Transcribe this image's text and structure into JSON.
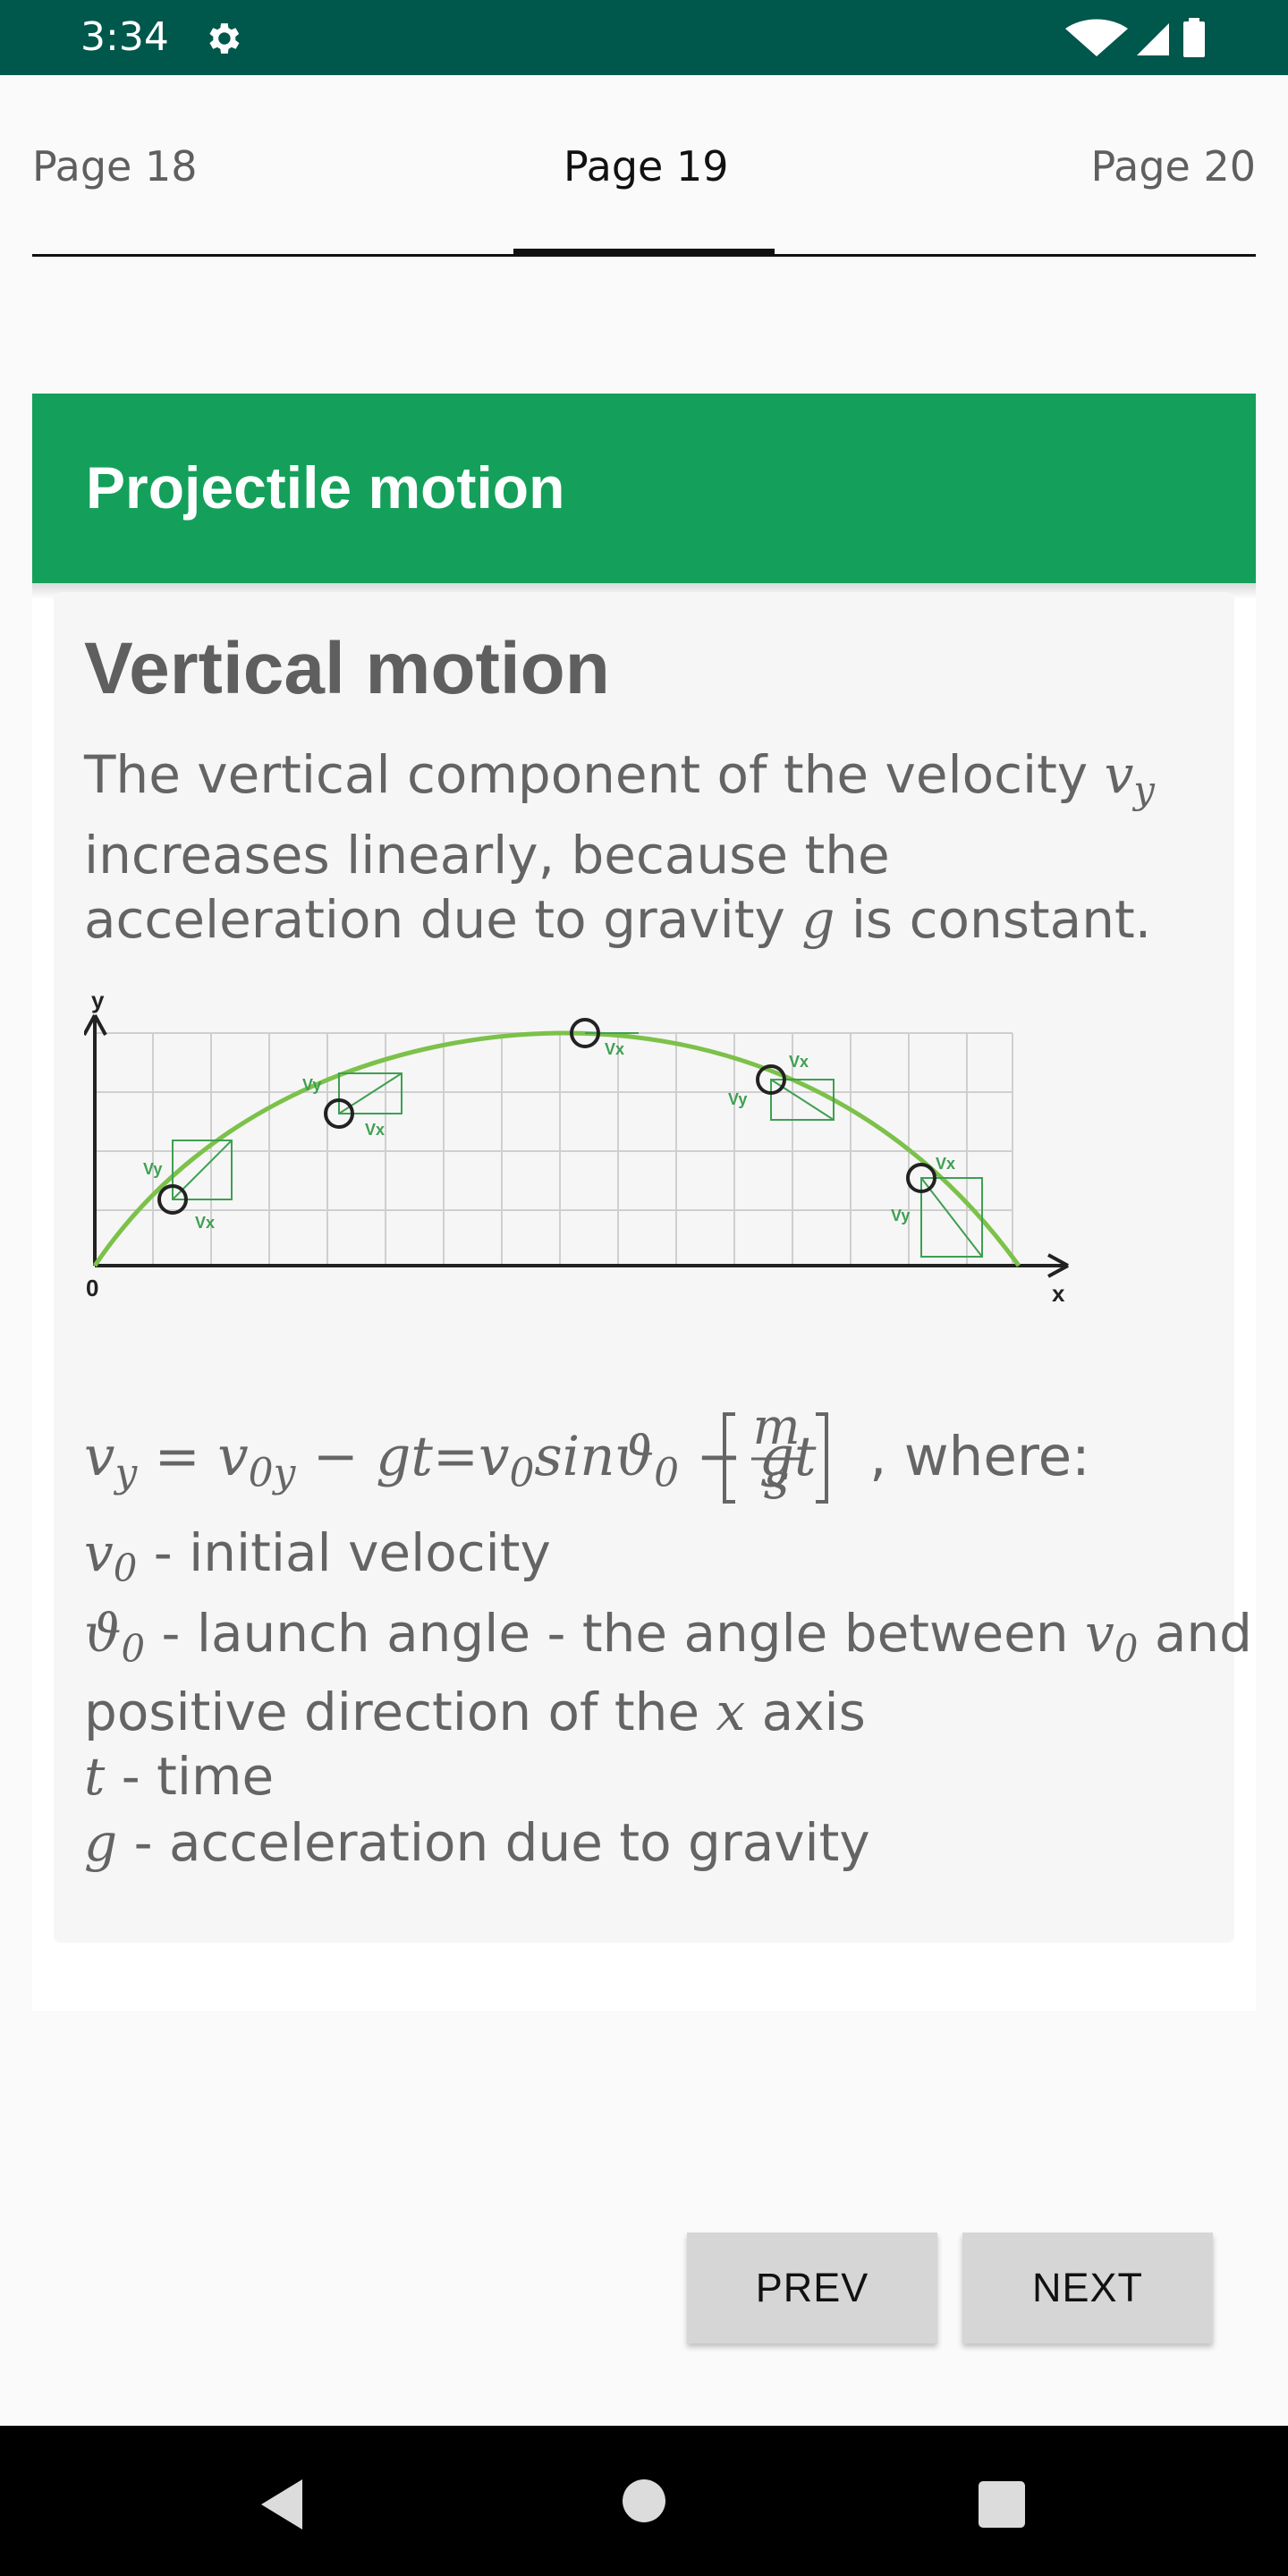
{
  "status": {
    "time": "3:34",
    "settings_icon": "gear-icon",
    "wifi_icon": "wifi-icon",
    "signal_icon": "cell-signal-icon",
    "battery_icon": "battery-icon",
    "bar_color": "#00574b"
  },
  "tabs": {
    "items": [
      {
        "label": "Page 18"
      },
      {
        "label": "Page 19"
      },
      {
        "label": "Page 20"
      }
    ],
    "active_index": 1
  },
  "card": {
    "title": "Projectile motion",
    "header_color": "#14a05a",
    "section_title": "Vertical motion",
    "paragraph": {
      "text1": "The vertical component of the velocity",
      "var1_main": "v",
      "var1_sub": "y",
      "text2": "increases linearly, because the acceleration due to gravity",
      "var2": "g",
      "text3": "is constant."
    },
    "diagram": {
      "y_label": "y",
      "x_label": "x",
      "origin_label": "0",
      "vy_label": "Vy",
      "vx_label": "Vx",
      "trajectory_color": "#7cc14a",
      "vector_color": "#3f9f52"
    },
    "formula": {
      "v_y": "v",
      "v_y_sub": "y",
      "eq": " = ",
      "v0y": "v",
      "v0y_sub": "0y",
      "rest1": " − gt=v",
      "rest1_sub": "0",
      "rest2": "sinϑ",
      "rest2_sub": "0",
      "rest3": " − gt",
      "unit_num": "m",
      "unit_den": "s",
      "where": ", where:"
    },
    "definitions": {
      "v0_symbol": "v",
      "v0_sub": "0",
      "v0_text": " - initial velocity",
      "theta_symbol": "ϑ",
      "theta_sub": "0",
      "theta_text_a": " - launch angle - the angle between ",
      "theta_v0": "v",
      "theta_v0_sub": "0",
      "theta_text_b": " and",
      "theta_text_line2_a": "positive direction of the ",
      "theta_x": "x",
      "theta_text_line2_b": " axis",
      "t_symbol": "t",
      "t_text": " - time",
      "g_symbol": "g",
      "g_text": " - acceleration due to gravity"
    }
  },
  "buttons": {
    "prev": "PREV",
    "next": "NEXT"
  },
  "system_nav": {
    "back_icon": "back-triangle-icon",
    "home_icon": "home-circle-icon",
    "recent_icon": "recent-apps-square-icon"
  }
}
